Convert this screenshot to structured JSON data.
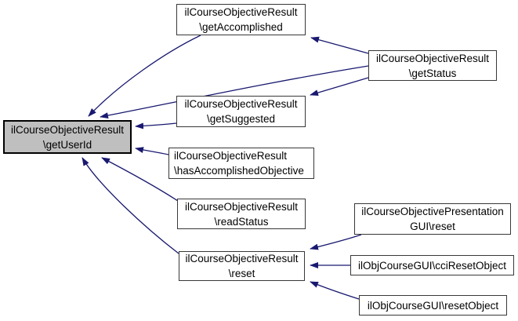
{
  "diagram": {
    "kind": "caller-graph",
    "colors": {
      "background": "#ffffff",
      "edge": "#191970",
      "node_fill": "#ffffff",
      "node_border": "#383838",
      "highlight_fill": "#bfbfbf",
      "highlight_border": "#000000",
      "text": "#000000"
    },
    "nodes": [
      {
        "id": "getUserId",
        "line1": "ilCourseObjectiveResult",
        "line2": "\\getUserId",
        "highlighted": true
      },
      {
        "id": "getAccomplished",
        "line1": "ilCourseObjectiveResult",
        "line2": "\\getAccomplished",
        "highlighted": false
      },
      {
        "id": "getStatus",
        "line1": "ilCourseObjectiveResult",
        "line2": "\\getStatus",
        "highlighted": false
      },
      {
        "id": "getSuggested",
        "line1": "ilCourseObjectiveResult",
        "line2": "\\getSuggested",
        "highlighted": false
      },
      {
        "id": "hasAccomplishedObjective",
        "line1": "ilCourseObjectiveResult",
        "line2": "\\hasAccomplishedObjective",
        "highlighted": false
      },
      {
        "id": "readStatus",
        "line1": "ilCourseObjectiveResult",
        "line2": "\\readStatus",
        "highlighted": false
      },
      {
        "id": "reset",
        "line1": "ilCourseObjectiveResult",
        "line2": "\\reset",
        "highlighted": false
      },
      {
        "id": "presentation-gui-reset",
        "line1": "ilCourseObjectivePresentation",
        "line2": "GUI\\reset",
        "highlighted": false
      },
      {
        "id": "cci-reset-object",
        "line1": "ilObjCourseGUI\\cciResetObject",
        "line2": "",
        "highlighted": false
      },
      {
        "id": "reset-object",
        "line1": "ilObjCourseGUI\\resetObject",
        "line2": "",
        "highlighted": false
      }
    ],
    "edges": [
      {
        "from": "ilCourseObjectiveResult\\getAccomplished",
        "to": "ilCourseObjectiveResult\\getUserId"
      },
      {
        "from": "ilCourseObjectiveResult\\getStatus",
        "to": "ilCourseObjectiveResult\\getAccomplished"
      },
      {
        "from": "ilCourseObjectiveResult\\getStatus",
        "to": "ilCourseObjectiveResult\\getUserId"
      },
      {
        "from": "ilCourseObjectiveResult\\getStatus",
        "to": "ilCourseObjectiveResult\\getSuggested"
      },
      {
        "from": "ilCourseObjectiveResult\\getSuggested",
        "to": "ilCourseObjectiveResult\\getUserId"
      },
      {
        "from": "ilCourseObjectiveResult\\hasAccomplishedObjective",
        "to": "ilCourseObjectiveResult\\getUserId"
      },
      {
        "from": "ilCourseObjectiveResult\\readStatus",
        "to": "ilCourseObjectiveResult\\getUserId"
      },
      {
        "from": "ilCourseObjectiveResult\\reset",
        "to": "ilCourseObjectiveResult\\getUserId"
      },
      {
        "from": "ilCourseObjectivePresentationGUI\\reset",
        "to": "ilCourseObjectiveResult\\reset"
      },
      {
        "from": "ilObjCourseGUI\\cciResetObject",
        "to": "ilCourseObjectiveResult\\reset"
      },
      {
        "from": "ilObjCourseGUI\\resetObject",
        "to": "ilCourseObjectiveResult\\reset"
      }
    ]
  }
}
